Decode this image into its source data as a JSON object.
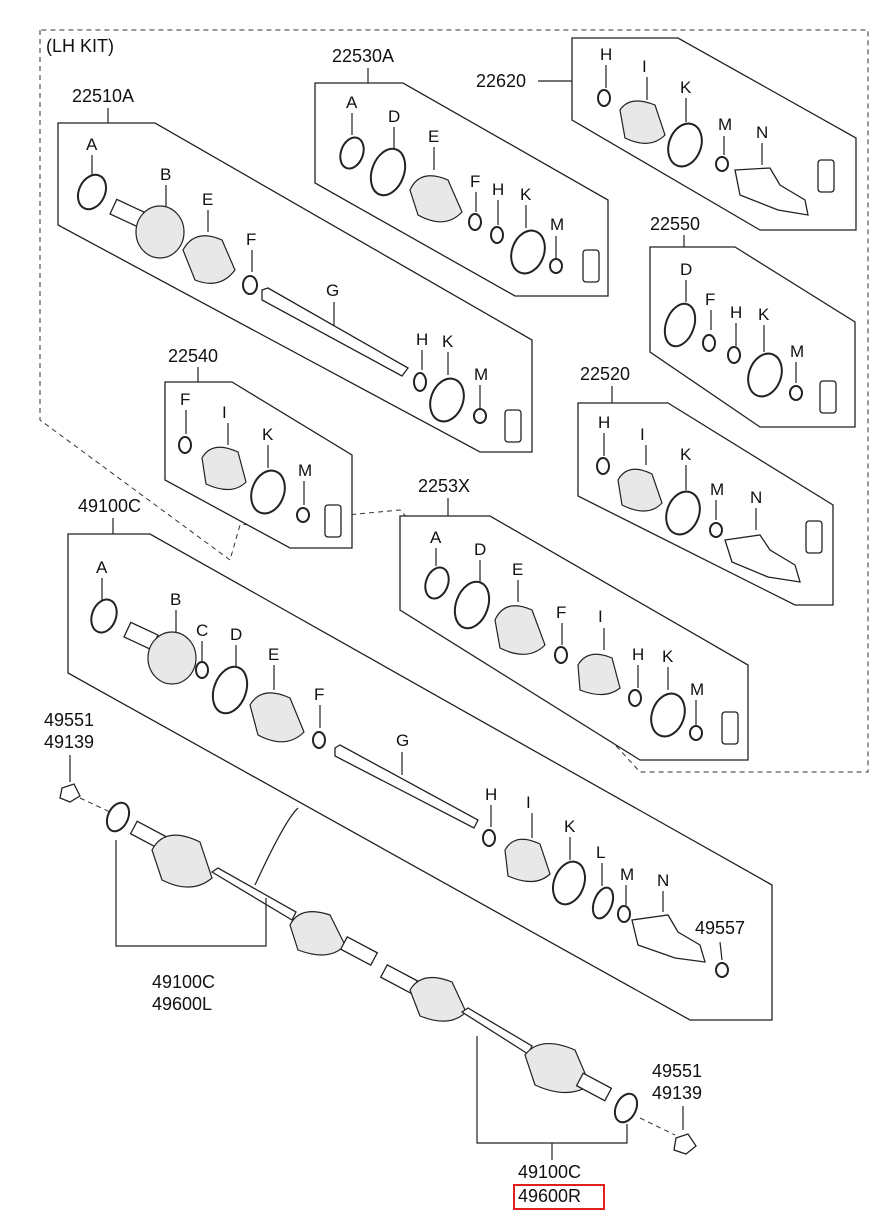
{
  "kit_label": "(LH KIT)",
  "kits": {
    "k22510A": {
      "number": "22510A",
      "letters": [
        "A",
        "B",
        "E",
        "F",
        "G",
        "H",
        "K",
        "M"
      ]
    },
    "k22530A": {
      "number": "22530A",
      "letters": [
        "A",
        "D",
        "E",
        "F",
        "H",
        "K",
        "M"
      ]
    },
    "k22620": {
      "number": "22620",
      "letters": [
        "H",
        "I",
        "K",
        "M",
        "N"
      ]
    },
    "k22550": {
      "number": "22550",
      "letters": [
        "D",
        "F",
        "H",
        "K",
        "M"
      ]
    },
    "k22540": {
      "number": "22540",
      "letters": [
        "F",
        "I",
        "K",
        "M"
      ]
    },
    "k22520": {
      "number": "22520",
      "letters": [
        "H",
        "I",
        "K",
        "M",
        "N"
      ]
    },
    "k2253X": {
      "number": "2253X",
      "letters": [
        "A",
        "D",
        "E",
        "F",
        "I",
        "H",
        "K",
        "M"
      ]
    },
    "k49100C": {
      "number": "49100C",
      "letters": [
        "A",
        "B",
        "C",
        "D",
        "E",
        "F",
        "G",
        "H",
        "I",
        "K",
        "L",
        "M",
        "N"
      ]
    }
  },
  "callouts": {
    "nut_left_1": "49551",
    "nut_left_2": "49139",
    "clip_49557": "49557",
    "shaft_left_1": "49100C",
    "shaft_left_2": "49600L",
    "nut_right_1": "49551",
    "nut_right_2": "49139",
    "shaft_right_1": "49100C",
    "shaft_right_2": "49600R"
  },
  "highlight_color": "#e02020"
}
